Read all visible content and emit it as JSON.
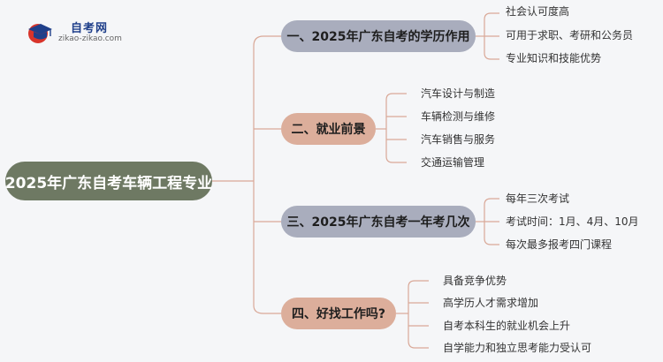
{
  "logo": {
    "icon": "graduation-cap-icon",
    "title": "自考网",
    "url": "zikao-zikao.com"
  },
  "root": {
    "label": "2025年广东自考车辆工程专业"
  },
  "branches": [
    {
      "label": "一、2025年广东自考的学历作用",
      "color": "#a9adbd",
      "items": [
        "社会认可度高",
        "可用于求职、考研和公务员",
        "专业知识和技能优势"
      ]
    },
    {
      "label": "二、就业前景",
      "color": "#dcae9b",
      "items": [
        "汽车设计与制造",
        "车辆检测与维修",
        "汽车销售与服务",
        "交通运输管理"
      ]
    },
    {
      "label": "三、2025年广东自考一年考几次",
      "color": "#a9adbd",
      "items": [
        "每年三次考试",
        "考试时间：1月、4月、10月",
        "每次最多报考四门课程"
      ]
    },
    {
      "label": "四、好找工作吗?",
      "color": "#dcae9b",
      "items": [
        "具备竞争优势",
        "高学历人才需求增加",
        "自考本科生的就业机会上升",
        "自学能力和独立思考能力受认可"
      ]
    }
  ],
  "colors": {
    "background": "#f5f6f8",
    "root": "#6e7963",
    "connector": "#d9a897"
  }
}
